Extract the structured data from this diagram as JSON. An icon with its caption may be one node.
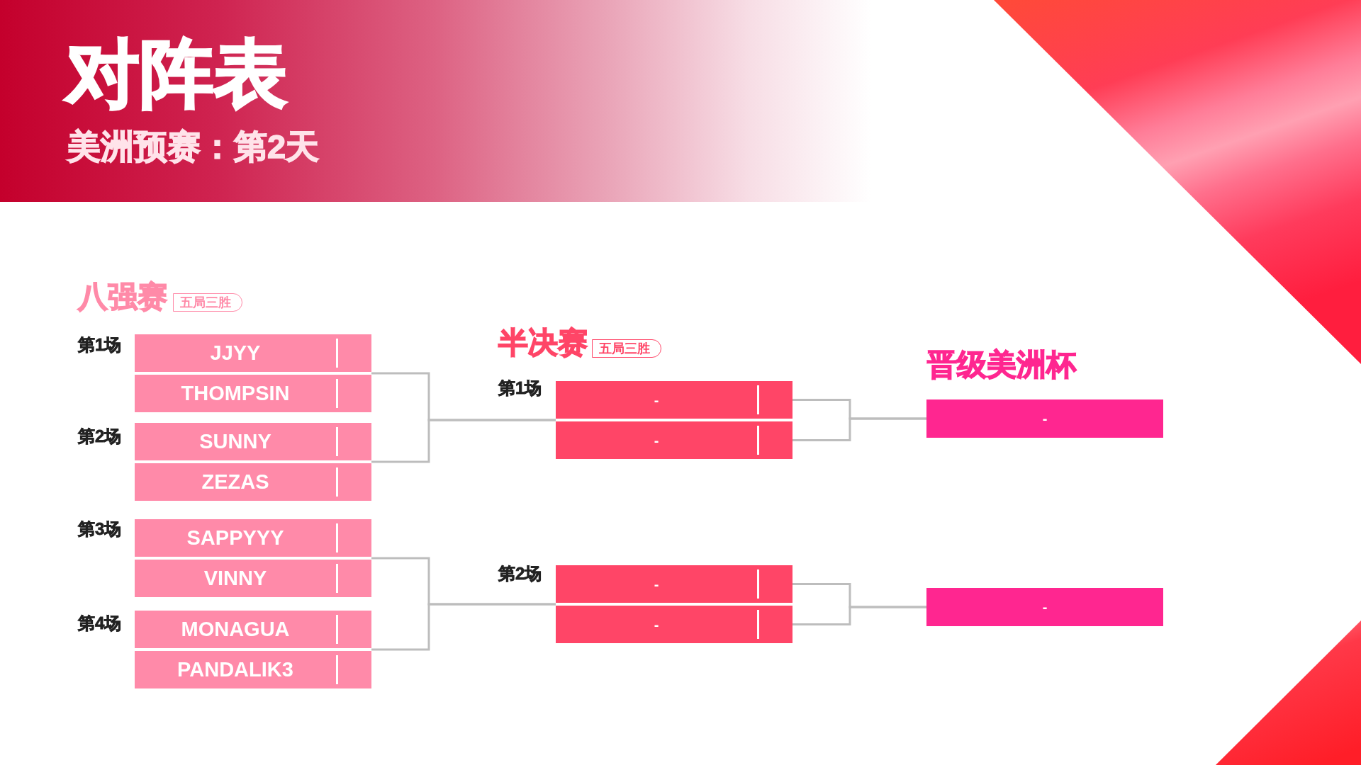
{
  "diagram": {
    "title": "对阵表",
    "nodes": [
      {
        "text": [
          "五局三胜"
        ]
      },
      {
        "text": [],
        "shape": "box",
        "beside": [
          "第1场"
        ]
      },
      {
        "text": [
          "JJYY"
        ],
        "in": 1
      },
      {
        "text": [
          "THOMPSIN"
        ],
        "in": 1
      },
      {
        "text": [],
        "shape": "box",
        "beside": [
          "第2场"
        ]
      },
      {
        "text": [
          "SUNNY"
        ],
        "in": 4
      },
      {
        "text": [
          "ZEZAS"
        ],
        "in": 4
      },
      {
        "text": [],
        "shape": "box",
        "beside": [
          "第3场"
        ]
      },
      {
        "text": [
          "SAPPYYY"
        ],
        "in": 7
      },
      {
        "text": [
          "VINNY"
        ],
        "in": 7
      },
      {
        "text": [],
        "shape": "box",
        "beside": [
          "第4场"
        ]
      },
      {
        "text": [
          "MONAGUA"
        ],
        "in": 10
      },
      {
        "text": [
          "PANDALIK3"
        ],
        "in": 10
      },
      {
        "text": [
          "五局三胜"
        ]
      },
      {
        "text": [],
        "shape": "box",
        "beside": [
          "第1场"
        ]
      },
      {
        "text": [
          "-"
        ],
        "in": 14
      },
      {
        "text": [
          "-"
        ],
        "in": 14
      },
      {
        "text": [],
        "shape": "box",
        "beside": [
          "第2场"
        ]
      },
      {
        "text": [
          "-"
        ],
        "in": 17
      },
      {
        "text": [
          "-"
        ],
        "in": 17
      },
      {
        "text": [
          "-"
        ]
      },
      {
        "text": [
          "-"
        ]
      }
    ],
    "edges": [
      {
        "from": 1,
        "to": 14,
        "arrow": "none"
      },
      {
        "from": 4,
        "to": 14,
        "arrow": "none"
      },
      {
        "from": 7,
        "to": 17,
        "arrow": "none"
      },
      {
        "from": 10,
        "to": 17,
        "arrow": "none"
      },
      {
        "from": 15,
        "to": 20,
        "arrow": "none"
      },
      {
        "from": 16,
        "to": 20,
        "arrow": "none"
      },
      {
        "from": 18,
        "to": 21,
        "arrow": "none"
      },
      {
        "from": 19,
        "to": 21,
        "arrow": "none"
      }
    ],
    "labels": [
      "美洲预赛：第2天",
      "八强赛",
      "半决赛",
      "晋级美洲杯"
    ]
  }
}
